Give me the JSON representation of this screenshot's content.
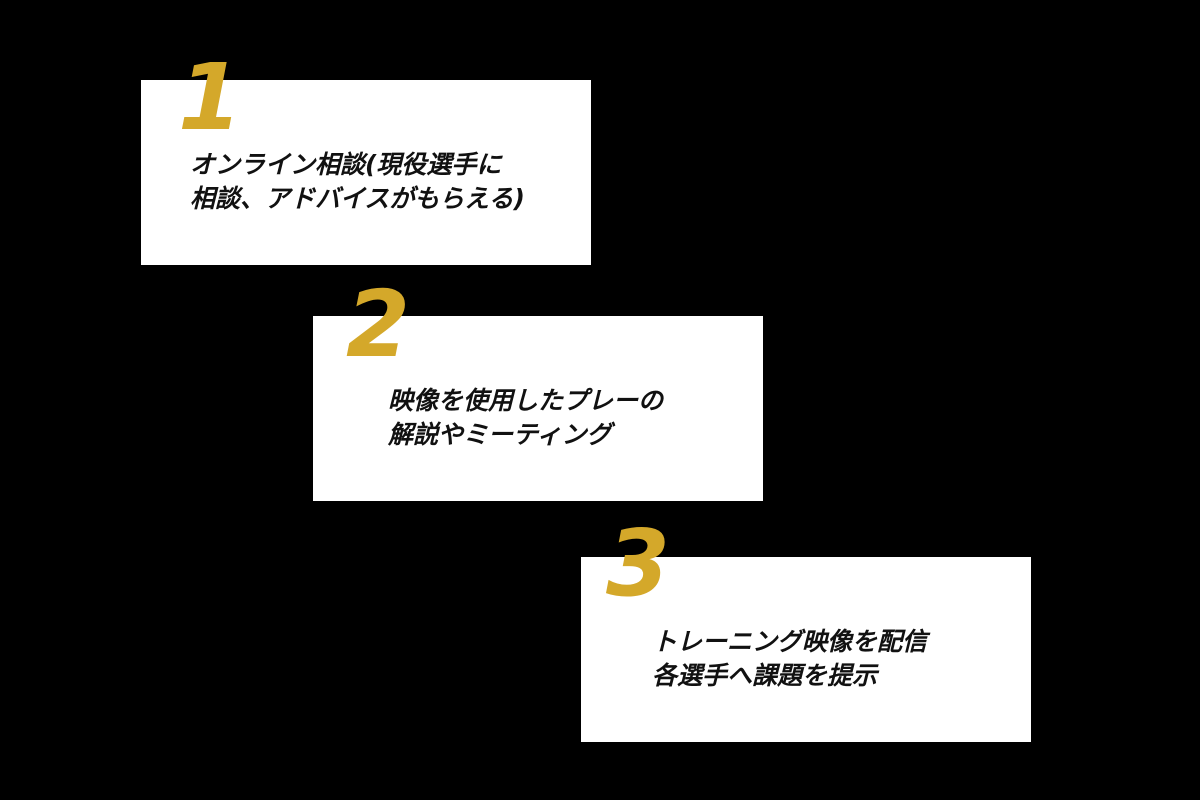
{
  "background_color": "#000000",
  "card_color": "#ffffff",
  "accent_color": "#d4a82a",
  "steps": [
    {
      "number": "1",
      "lines": [
        "オンライン相談(現役選手に",
        "相談、アドバイスがもらえる)"
      ]
    },
    {
      "number": "2",
      "lines": [
        "映像を使用したプレーの",
        "解説やミーティング"
      ]
    },
    {
      "number": "3",
      "lines": [
        "トレーニング映像を配信",
        "各選手へ課題を提示"
      ]
    }
  ]
}
